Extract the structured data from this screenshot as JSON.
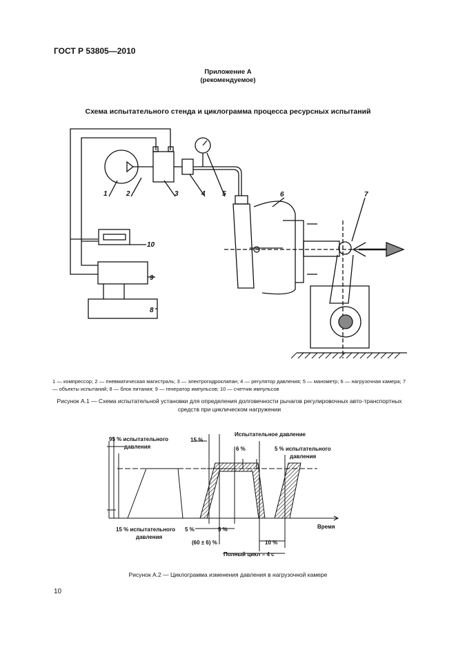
{
  "header": {
    "standard": "ГОСТ Р 53805—2010"
  },
  "annex": {
    "line1": "Приложение А",
    "line2": "(рекомендуемое)"
  },
  "section_title": "Схема испытательного стенда и циклограмма процесса ресурсных испытаний",
  "figure1": {
    "labels": [
      "1",
      "2",
      "3",
      "4",
      "5",
      "6",
      "7",
      "8",
      "9",
      "10"
    ],
    "legend": [
      {
        "num": "1",
        "text": "компрессор;"
      },
      {
        "num": "2",
        "text": "пневматическая магистраль;"
      },
      {
        "num": "3",
        "text": "электрогидроклапан;"
      },
      {
        "num": "4",
        "text": "регулятор давления;"
      },
      {
        "num": "5",
        "text": "манометр;"
      },
      {
        "num": "6",
        "text": "нагрузочная камера;"
      },
      {
        "num": "7",
        "text": "объекты испытаний;"
      },
      {
        "num": "8",
        "text": "блок питания;"
      },
      {
        "num": "9",
        "text": "генератор импульсов;"
      },
      {
        "num": "10",
        "text": "счетчик импульсов"
      }
    ],
    "caption": "Рисунок А.1 — Схема испытательной установки для определения долговечности рычагов регулировочных авто-транспортных средств при циклическом нагружении"
  },
  "figure2": {
    "labels": {
      "p95_line1": "95 % испытательного",
      "p95_line2": "давления",
      "p15_top": "15 %",
      "test_pressure": "Испытательное давление",
      "p6": "6 %",
      "p5_right_line1": "5 % испытательного",
      "p5_right_line2": "давления",
      "p15_bottom_line1": "15 % испытательного",
      "p15_bottom_line2": "давления",
      "p5_a": "5 %",
      "p5_b": "5 %",
      "p60": "(60 ± 6) %",
      "p10": "10 %",
      "full_cycle": "Полный цикл = 4 с",
      "time": "Время"
    },
    "caption": "Рисунок А.2 — Циклограмма изменения давления в нагрузочной камере"
  },
  "page_number": "10"
}
